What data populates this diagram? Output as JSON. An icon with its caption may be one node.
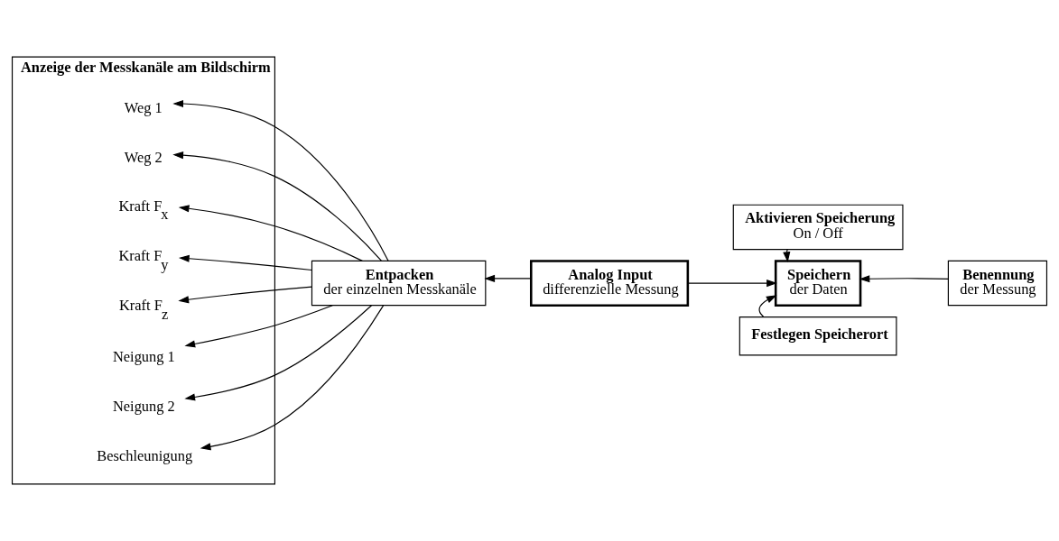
{
  "diagram": {
    "nodes": [
      {
        "text": [
          "Anzeige der Messkanäle am Bildschirm"
        ]
      },
      {
        "text": [
          "Weg 1"
        ],
        "in": 0
      },
      {
        "text": [
          "Weg 2"
        ],
        "in": 0
      },
      {
        "text": [
          "Kraft F$_{x}$"
        ],
        "in": 0
      },
      {
        "text": [
          "Kraft F$_{y}$"
        ],
        "in": 0
      },
      {
        "text": [
          "Kraft F$_{z}$"
        ],
        "in": 0
      },
      {
        "text": [
          "Neigung 1"
        ],
        "in": 0
      },
      {
        "text": [
          "Neigung 2"
        ],
        "in": 0
      },
      {
        "text": [
          "Beschleunigung"
        ],
        "in": 0
      },
      {
        "text": [
          "Entpacken",
          "der einzelnen Messkanäle"
        ]
      },
      {
        "text": [
          "Analog Input",
          "differenzielle Messung"
        ]
      },
      {
        "text": [
          "Aktivieren Speicherung",
          "On / Off"
        ]
      },
      {
        "text": [
          "Speichern",
          "der Daten"
        ]
      },
      {
        "text": [
          "Benennung",
          "der Messung"
        ]
      },
      {
        "text": [
          "Festlegen Speicherort"
        ]
      }
    ],
    "edges": [
      {
        "from": 9,
        "to": 1,
        "arrow": "to"
      },
      {
        "from": 9,
        "to": 2,
        "arrow": "to"
      },
      {
        "from": 9,
        "to": 3,
        "arrow": "to"
      },
      {
        "from": 9,
        "to": 4,
        "arrow": "to"
      },
      {
        "from": 9,
        "to": 5,
        "arrow": "to"
      },
      {
        "from": 9,
        "to": 6,
        "arrow": "to"
      },
      {
        "from": 9,
        "to": 7,
        "arrow": "to"
      },
      {
        "from": 9,
        "to": 8,
        "arrow": "to"
      },
      {
        "from": 10,
        "to": 9,
        "arrow": "to"
      },
      {
        "from": 10,
        "to": 12,
        "arrow": "to"
      },
      {
        "from": 11,
        "to": 12,
        "arrow": "to"
      },
      {
        "from": 13,
        "to": 12,
        "arrow": "to"
      },
      {
        "from": 14,
        "to": 12,
        "arrow": "to"
      }
    ]
  }
}
